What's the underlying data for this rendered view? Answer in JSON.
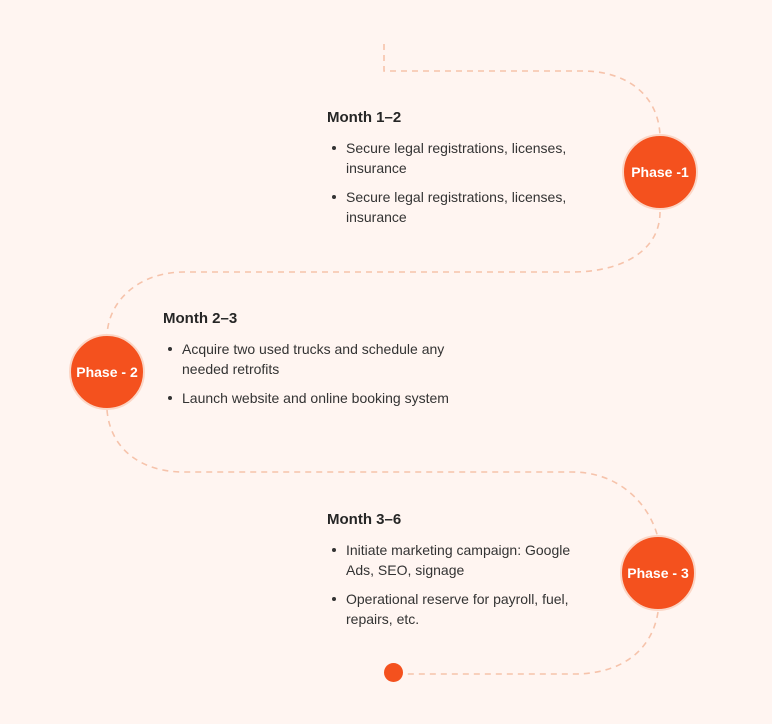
{
  "phases": [
    {
      "badge": "Phase -1",
      "period": "Month 1–2",
      "items": [
        "Secure legal registrations, licenses, insurance",
        "Secure legal registrations, licenses, insurance"
      ]
    },
    {
      "badge": "Phase - 2",
      "period": "Month 2–3",
      "items": [
        "Acquire two used trucks and schedule any needed retrofits",
        "Launch website and online booking system"
      ]
    },
    {
      "badge": "Phase - 3",
      "period": "Month 3–6",
      "items": [
        "Initiate marketing campaign: Google Ads, SEO, signage",
        "Operational reserve for payroll, fuel, repairs, etc."
      ]
    }
  ],
  "colors": {
    "accent": "#f4511e",
    "path": "#f6c3ab",
    "background": "#fff5f1"
  }
}
